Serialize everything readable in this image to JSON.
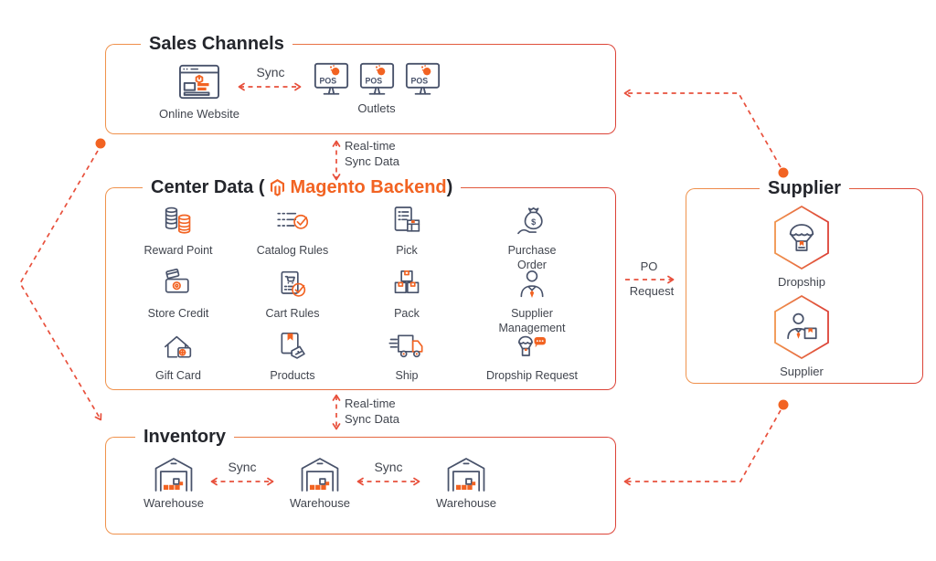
{
  "colors": {
    "accent_orange": "#F26322",
    "border_gradient_start": "#F0934C",
    "border_gradient_end": "#DC4237",
    "arrow_red": "#E8503C",
    "icon_navy": "#49536B",
    "title_dark": "#24262C",
    "label_gray": "#41454E"
  },
  "sales_channels": {
    "title": "Sales Channels",
    "online_website": {
      "label": "Online Website",
      "icon": "browser-window-icon"
    },
    "sync_label": "Sync",
    "outlets": {
      "label": "Outlets",
      "pos_text": "POS",
      "count": 3,
      "icon": "pos-terminal-icon"
    }
  },
  "center_data": {
    "title_prefix": "Center Data (",
    "brand": "Magento Backend",
    "title_suffix": ")",
    "brand_icon": "magento-logo-icon",
    "currency_symbol": "$",
    "items": [
      {
        "label": "Reward Point",
        "icon": "coins-icon"
      },
      {
        "label": "Catalog Rules",
        "icon": "list-check-icon"
      },
      {
        "label": "Pick",
        "icon": "document-box-icon"
      },
      {
        "label": "Purchase Order",
        "icon": "money-bag-hand-icon"
      },
      {
        "label": "Store Credit",
        "icon": "wallet-coin-icon"
      },
      {
        "label": "Cart Rules",
        "icon": "cart-check-icon"
      },
      {
        "label": "Pack",
        "icon": "stacked-boxes-icon"
      },
      {
        "label": "Supplier Management",
        "icon": "person-icon"
      },
      {
        "label": "Gift Card",
        "icon": "house-gift-card-icon"
      },
      {
        "label": "Products",
        "icon": "box-tag-icon"
      },
      {
        "label": "Ship",
        "icon": "truck-icon"
      },
      {
        "label": "Dropship Request",
        "icon": "parachute-box-chat-icon"
      }
    ]
  },
  "inventory": {
    "title": "Inventory",
    "warehouses": [
      {
        "label": "Warehouse",
        "icon": "warehouse-icon"
      },
      {
        "label": "Warehouse",
        "icon": "warehouse-icon"
      },
      {
        "label": "Warehouse",
        "icon": "warehouse-icon"
      }
    ],
    "sync_labels": [
      "Sync",
      "Sync"
    ]
  },
  "supplier": {
    "title": "Supplier",
    "items": [
      {
        "label": "Dropship",
        "icon": "parachute-box-icon"
      },
      {
        "label": "Supplier",
        "icon": "supplier-person-box-icon"
      }
    ]
  },
  "connections": {
    "sales_sync": "Sync",
    "realtime_top": {
      "line1": "Real-time",
      "line2": "Sync Data"
    },
    "realtime_bottom": {
      "line1": "Real-time",
      "line2": "Sync Data"
    },
    "po_request": {
      "line1": "PO",
      "line2": "Request"
    }
  }
}
